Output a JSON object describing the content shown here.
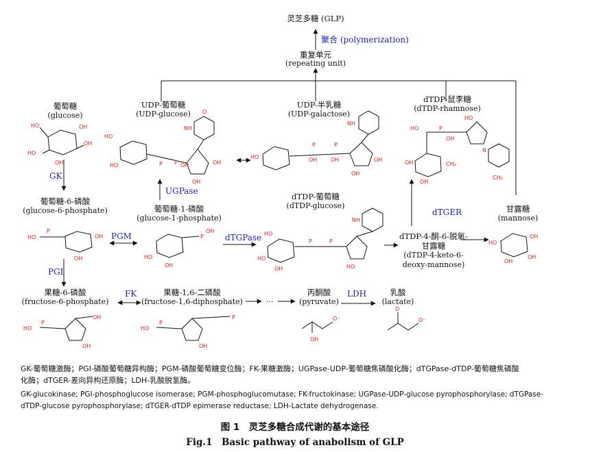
{
  "top": {
    "glp": "灵芝多糖 (GLP)",
    "polymerization": "聚合 (polymerization)",
    "repeating_cn": "重复单元",
    "repeating_en": "(repeating unit)"
  },
  "compounds": {
    "glucose_cn": "葡萄糖",
    "glucose_en": "(glucose)",
    "udp_glucose_cn": "UDP-葡萄糖",
    "udp_glucose_en": "(UDP-glucose)",
    "udp_galactose_cn": "UDP-半乳糖",
    "udp_galactose_en": "(UDP-galactose)",
    "dtdp_rhamnose_cn": "dTDP-鼠李糖",
    "dtdp_rhamnose_en": "(dTDP-rhamnose)",
    "g6p_cn": "葡萄糖-6-磷酸",
    "g6p_en": "(glucose-6-phosphate)",
    "g1p_cn": "葡萄糖-1-磷酸",
    "g1p_en": "(glucose-1-phosphate)",
    "dtdp_glucose_cn": "dTDP-葡萄糖",
    "dtdp_glucose_en": "(dTDP-glucose)",
    "keto_cn1": "dTDP-4-酮-6-脱氧-",
    "keto_cn2": "甘露糖",
    "keto_en1": "(dTDP-4-keto-6-",
    "keto_en2": "deoxy-mannose)",
    "mannose_cn": "甘露糖",
    "mannose_en": "(mannose)",
    "f6p_cn": "果糖-6-磷酸",
    "f6p_en": "(fructose-6-phosphate)",
    "f16p_cn": "果糖-1,6-二磷酸",
    "f16p_en": "(fructose-1,6-diphosphate)",
    "pyruvate_cn": "丙酮酸",
    "pyruvate_en": "(pyruvate)",
    "lactate_cn": "乳酸",
    "lactate_en": "(lactate)",
    "ellipsis": "···"
  },
  "enzymes": {
    "gk": "GK",
    "pgi": "PGI",
    "pgm": "PGM",
    "fk": "FK",
    "ugpase": "UGPase",
    "dtgpase": "dTGPase",
    "dtger": "dTGER",
    "ldh": "LDH"
  },
  "legend": {
    "cn_line1": "GK-葡萄糖激酶；PGI-磷酸葡萄糖异构酶；PGM-磷酸葡萄糖变位酶；FK-果糖激酶；UGPase-UDP-葡萄糖焦磷酸化酶；dTGPase-dTDP-葡萄糖焦磷酸",
    "cn_line2": "化酶；dTGER-差向异构还原酶；LDH-乳酸脱氢酶。",
    "en_line1": "GK-glucokinase; PGI-phosphoglucose isomerase; PGM-phosphoglucomutase; FK-fructokinase; UGPase-UDP-glucose pyrophosphorylase; dTGPase-",
    "en_line2": "dTDP-glucose pyrophosphorylase; dTGER-dTDP epimerase reductase; LDH-Lactate dehydrogenase."
  },
  "caption": {
    "cn": "图 1　灵芝多糖合成代谢的基本途径",
    "en": "Fig.1　Basic pathway of anabolism of GLP"
  },
  "chem": {
    "OH": "OH",
    "HO": "HO",
    "O": "O",
    "P": "P",
    "N": "N",
    "NH": "NH",
    "CH3": "CH₃",
    "Ominus": "O⁻"
  },
  "colors": {
    "atom_red": "#e0201b",
    "enzyme_blue": "#1d1dc4",
    "line": "#111111"
  }
}
